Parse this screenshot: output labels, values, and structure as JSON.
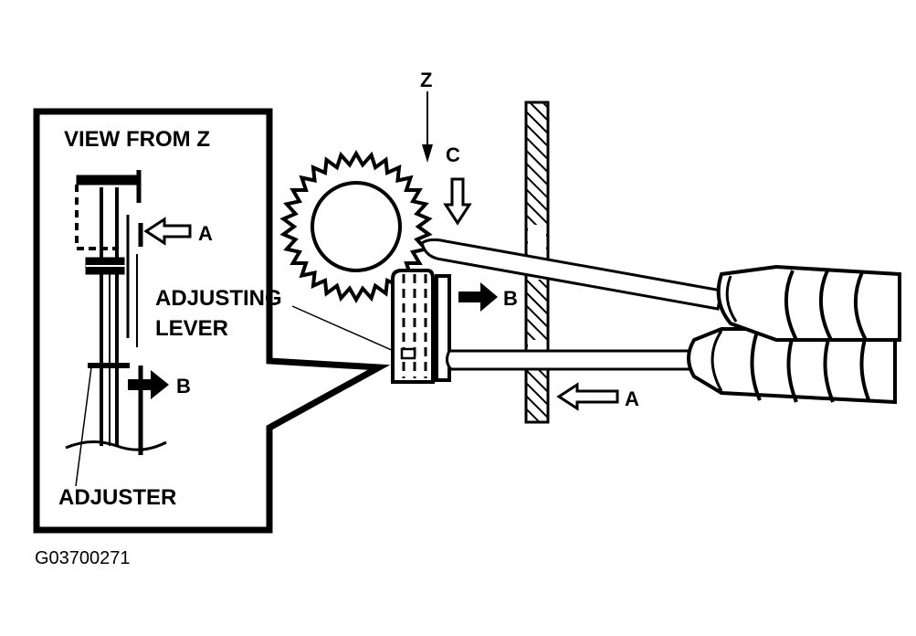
{
  "labels": {
    "view_from": "VIEW FROM Z",
    "z": "Z",
    "c": "C",
    "a_inset": "A",
    "b_inset": "B",
    "b_main": "B",
    "a_main": "A",
    "adjusting": "ADJUSTING",
    "lever": "LEVER",
    "adjuster": "ADJUSTER"
  },
  "figure_code": "G03700271",
  "colors": {
    "ink": "#000000",
    "paper": "#ffffff"
  }
}
